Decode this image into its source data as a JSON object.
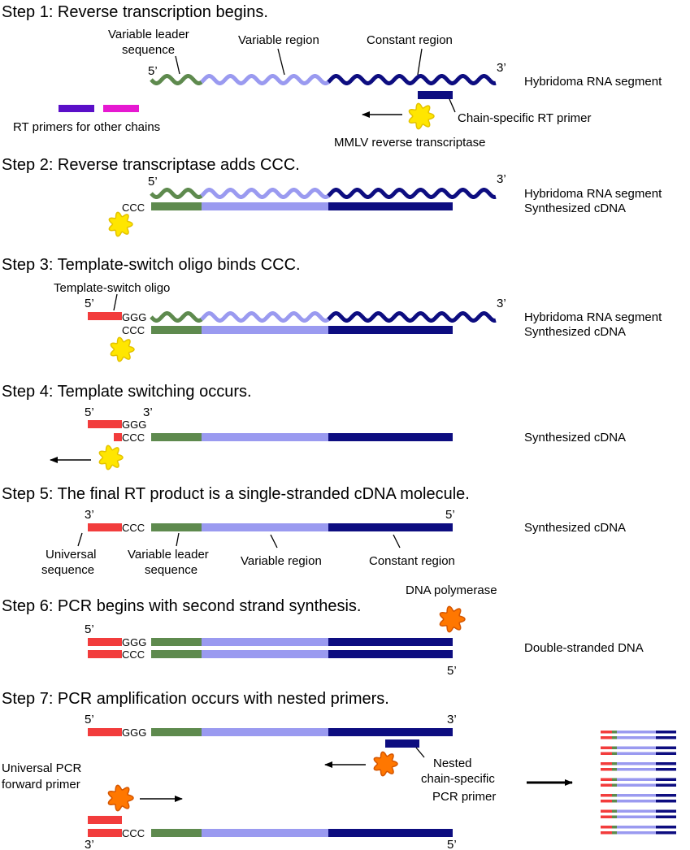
{
  "colors": {
    "leader": "#5e8a4e",
    "variable": "#9a9af0",
    "constant": "#0d0d80",
    "universal": "#f23c3c",
    "primer_purple": "#5a0fc8",
    "primer_magenta": "#e619d1",
    "rt_enzyme": "#ffe600",
    "rt_enzyme_edge": "#e3c200",
    "polymerase": "#ff7700",
    "polymerase_edge": "#d45500"
  },
  "steps": {
    "s1": "Step 1: Reverse transcription begins.",
    "s2": "Step 2: Reverse transcriptase adds CCC.",
    "s3": "Step 3: Template-switch oligo binds CCC.",
    "s4": "Step 4: Template switching occurs.",
    "s5": "Step 5: The final RT product is a single-stranded cDNA molecule.",
    "s6": "Step 6: PCR begins with second strand synthesis.",
    "s7": "Step 7: PCR amplification occurs with nested primers."
  },
  "labels": {
    "variable_leader_1": "Variable leader",
    "variable_leader_2": "sequence",
    "variable_region": "Variable region",
    "constant_region": "Constant region",
    "hybridoma_rna": "Hybridoma RNA segment",
    "synth_cdna": "Synthesized cDNA",
    "rt_primers_other": "RT primers for other chains",
    "chain_rt_primer": "Chain-specific RT primer",
    "mmlv_rt": "MMLV reverse transcriptase",
    "template_switch_oligo": "Template-switch oligo",
    "universal_1": "Universal",
    "universal_2": "sequence",
    "dna_polymerase": "DNA polymerase",
    "double_stranded": "Double-stranded DNA",
    "universal_pcr_1": "Universal PCR",
    "universal_pcr_2": "forward primer",
    "nested_1": "Nested",
    "nested_2": "chain-specific",
    "nested_3": "PCR primer",
    "five_prime": "5’",
    "three_prime": "3’",
    "ccc": "CCC",
    "ggg": "GGG"
  }
}
